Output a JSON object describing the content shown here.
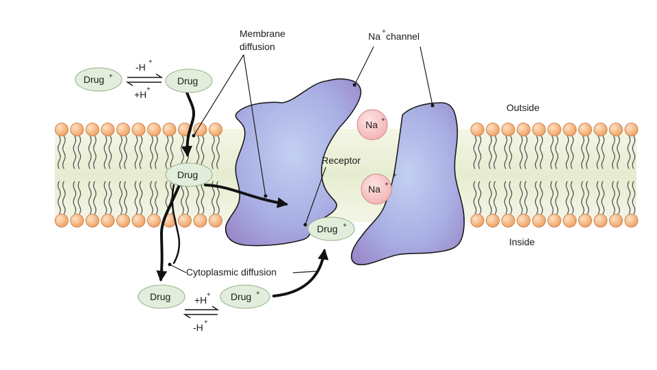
{
  "labels": {
    "membrane_diffusion_1": "Membrane",
    "membrane_diffusion_2": "diffusion",
    "na_channel": "Na",
    "na_channel_sup": "+",
    "na_channel_rest": " channel",
    "outside": "Outside",
    "inside": "Inside",
    "receptor": "Receptor",
    "cytoplasmic_diffusion": "Cytoplasmic diffusion"
  },
  "drugs": {
    "top_left": {
      "text": "Drug",
      "sup": "+"
    },
    "top_right": {
      "text": "Drug",
      "sup": ""
    },
    "membrane": {
      "text": "Drug",
      "sup": ""
    },
    "receptor_bound": {
      "text": "Drug",
      "sup": "+"
    },
    "bottom_left": {
      "text": "Drug",
      "sup": ""
    },
    "bottom_right": {
      "text": "Drug",
      "sup": "+"
    }
  },
  "equilibria": {
    "top_forward": {
      "text": "-H",
      "sup": "+"
    },
    "top_reverse": {
      "text": "+H",
      "sup": "+"
    },
    "bottom_forward": {
      "text": "+H",
      "sup": "+"
    },
    "bottom_reverse": {
      "text": "-H",
      "sup": "+"
    }
  },
  "ions": {
    "upper": {
      "text": "Na",
      "sup": "+"
    },
    "lower": {
      "text": "Na",
      "sup": "+"
    }
  },
  "colors": {
    "head_fill": "#f2a76a",
    "head_stroke": "#c2703a",
    "tail_stroke": "#555555",
    "bilayer_band": "#eef1dc",
    "protein_fill": "#a9b3e6",
    "protein_shade": "#9a86c8",
    "protein_stroke": "#1a1a1a",
    "pill_fill": "#e2eedb",
    "pill_stroke": "#8fae86",
    "ion_fill": "#f6c1c1",
    "ion_stroke": "#d08a8a"
  }
}
